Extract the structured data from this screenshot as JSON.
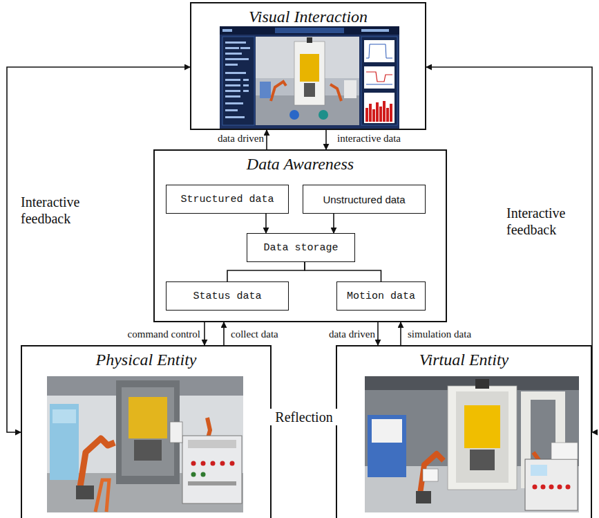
{
  "diagram": {
    "nodes": [
      {
        "text": [
          "Visual Interaction"
        ]
      },
      {
        "text": [
          "Data Awareness"
        ]
      },
      {
        "text": [
          "Structured data"
        ],
        "in": 1
      },
      {
        "text": [
          "Unstructured data"
        ],
        "in": 1
      },
      {
        "text": [
          "Data storage"
        ],
        "in": 1
      },
      {
        "text": [
          "Status data"
        ],
        "in": 1
      },
      {
        "text": [
          "Motion data"
        ],
        "in": 1
      },
      {
        "text": [
          "Physical Entity"
        ]
      },
      {
        "text": [
          "Virtual Entity"
        ]
      }
    ],
    "edges": [
      {
        "from": 1,
        "to": 0,
        "label": "data driven",
        "arrow": "to"
      },
      {
        "from": 0,
        "to": 1,
        "label": "interactive data",
        "arrow": "to"
      },
      {
        "from": 2,
        "to": 4,
        "arrow": "to"
      },
      {
        "from": 3,
        "to": 4,
        "arrow": "to"
      },
      {
        "from": 4,
        "to": 5,
        "arrow": "none"
      },
      {
        "from": 4,
        "to": 6,
        "arrow": "none"
      },
      {
        "from": 1,
        "to": 7,
        "label": "command control",
        "arrow": "to"
      },
      {
        "from": 7,
        "to": 1,
        "label": "collect data",
        "arrow": "to"
      },
      {
        "from": 1,
        "to": 8,
        "label": "data driven",
        "arrow": "to"
      },
      {
        "from": 8,
        "to": 1,
        "label": "simulation data",
        "arrow": "to"
      },
      {
        "from": 7,
        "to": 8,
        "label": "Reflection",
        "arrow": "both"
      },
      {
        "from": 7,
        "to": 0,
        "label": "Interactive feedback",
        "arrow": "both"
      },
      {
        "from": 8,
        "to": 0,
        "label": "Interactive feedback",
        "arrow": "both"
      }
    ]
  }
}
